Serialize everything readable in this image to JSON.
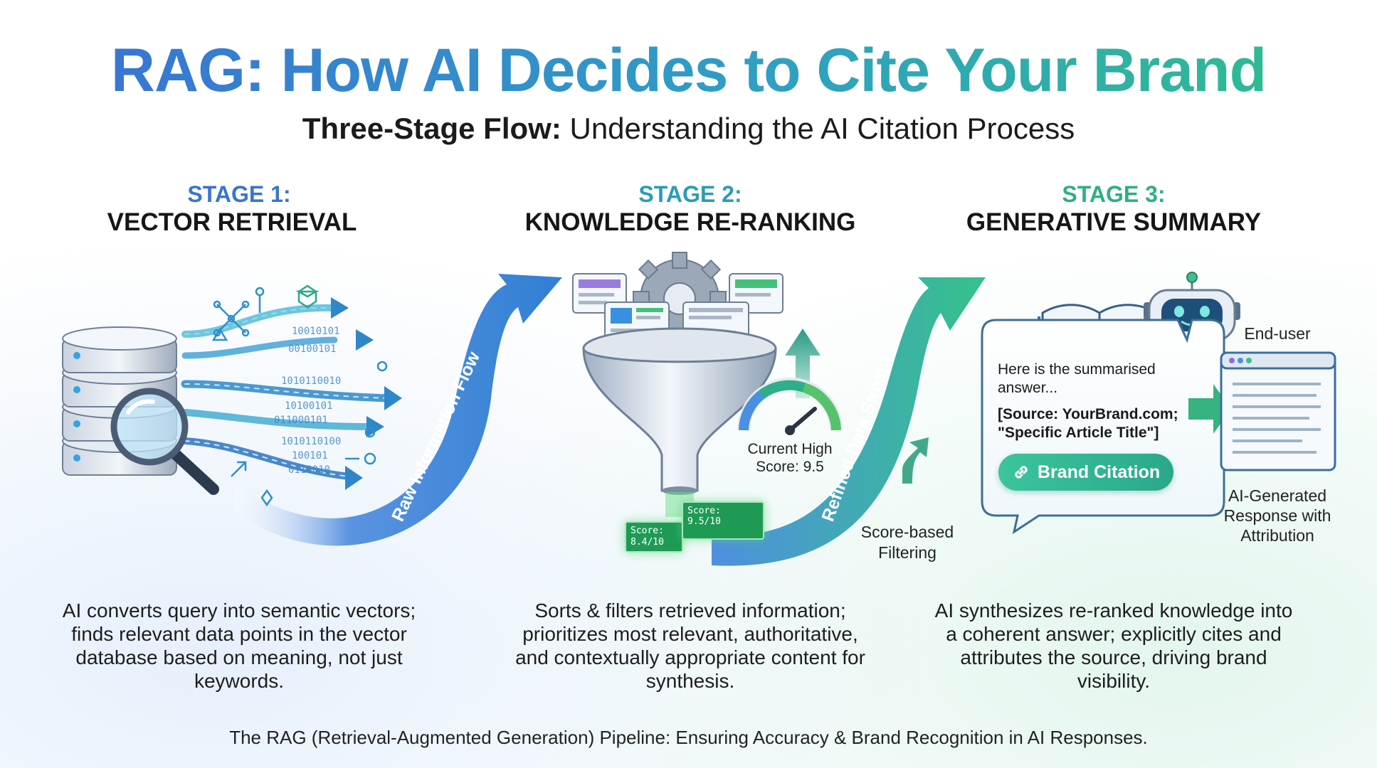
{
  "title": "RAG: How AI Decides to Cite Your Brand",
  "subtitle_bold": "Three-Stage Flow:",
  "subtitle_rest": " Understanding the AI Citation Process",
  "stages": [
    {
      "number": "STAGE 1:",
      "name": "VECTOR RETRIEVAL",
      "color": "#3a74d0",
      "description": "AI converts query into semantic vectors; finds relevant data points in the vector database based on meaning, not just keywords."
    },
    {
      "number": "STAGE 2:",
      "name": "KNOWLEDGE RE-RANKING",
      "color": "#2a9cb8",
      "description": "Sorts & filters retrieved information; prioritizes most relevant, authoritative, and contextually appropriate content for synthesis."
    },
    {
      "number": "STAGE 3:",
      "name": "GENERATIVE SUMMARY",
      "color": "#2fae86",
      "description": "AI synthesizes re-ranked knowledge into a coherent answer; explicitly cites and attributes the source, driving brand visibility."
    }
  ],
  "flows": {
    "raw": "Raw Information Flow",
    "refined": "Refined Data Stream"
  },
  "stage2_labels": {
    "gauge_line1": "Current High",
    "gauge_line2": "Score: 9.5",
    "score_card_1_line1": "Score:",
    "score_card_1_line2": "8.4/10",
    "score_card_2": "Score: 9.5/10",
    "filter_line1": "Score-based",
    "filter_line2": "Filtering"
  },
  "stage3_labels": {
    "bubble_line1": "Here is the summarised",
    "bubble_line2": "answer...",
    "source_line1": "[Source: YourBrand.com;",
    "source_line2": "\"Specific Article Title\"]",
    "brand_button": "Brand Citation",
    "end_user": "End-user",
    "response_line1": "AI-Generated",
    "response_line2": "Response with",
    "response_line3": "Attribution"
  },
  "binary_rows": [
    "10010101",
    "00100101",
    "1010110010",
    "10100101",
    "011000101",
    "1010110100",
    "100101",
    "0110010"
  ],
  "footer": "The RAG (Retrieval-Augmented Generation) Pipeline: Ensuring Accuracy & Brand Recognition in AI Responses.",
  "colors": {
    "blue": "#3a6fd6",
    "teal": "#2f9fc4",
    "green": "#2fbf8a"
  }
}
